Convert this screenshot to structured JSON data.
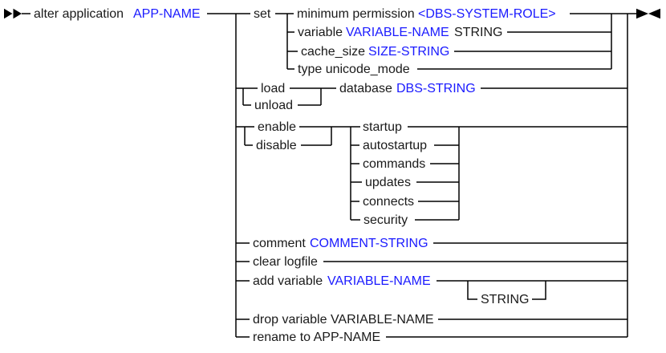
{
  "colors": {
    "keyword": "#1a1a1a",
    "operand": "#1a1aff",
    "line": "#000000"
  },
  "command": {
    "kw": "alter application",
    "app_name": "APP-NAME"
  },
  "set_group": {
    "kw": "set",
    "minimum_permission": {
      "kw": "minimum permission",
      "role": "<DBS-SYSTEM-ROLE>"
    },
    "variable": {
      "kw": "variable",
      "name": "VARIABLE-NAME",
      "string_kw": "STRING"
    },
    "cache_size": {
      "kw": "cache_size",
      "size": "SIZE-STRING"
    },
    "type": {
      "kw": "type unicode_mode"
    }
  },
  "load_group": {
    "load_kw": "load",
    "unload_kw": "unload",
    "database_kw": "database",
    "db_string": "DBS-STRING"
  },
  "enable_group": {
    "enable_kw": "enable",
    "disable_kw": "disable",
    "options": [
      "startup",
      "autostartup",
      "commands",
      "updates",
      "connects",
      "security"
    ]
  },
  "comment_branch": {
    "kw": "comment",
    "value": "COMMENT-STRING"
  },
  "clear_logfile_branch": {
    "kw": "clear logfile"
  },
  "add_variable_branch": {
    "kw": "add variable",
    "name": "VARIABLE-NAME",
    "optional_string": "STRING"
  },
  "drop_variable_branch": {
    "kw": "drop variable VARIABLE-NAME"
  },
  "rename_branch": {
    "kw": "rename to APP-NAME"
  }
}
